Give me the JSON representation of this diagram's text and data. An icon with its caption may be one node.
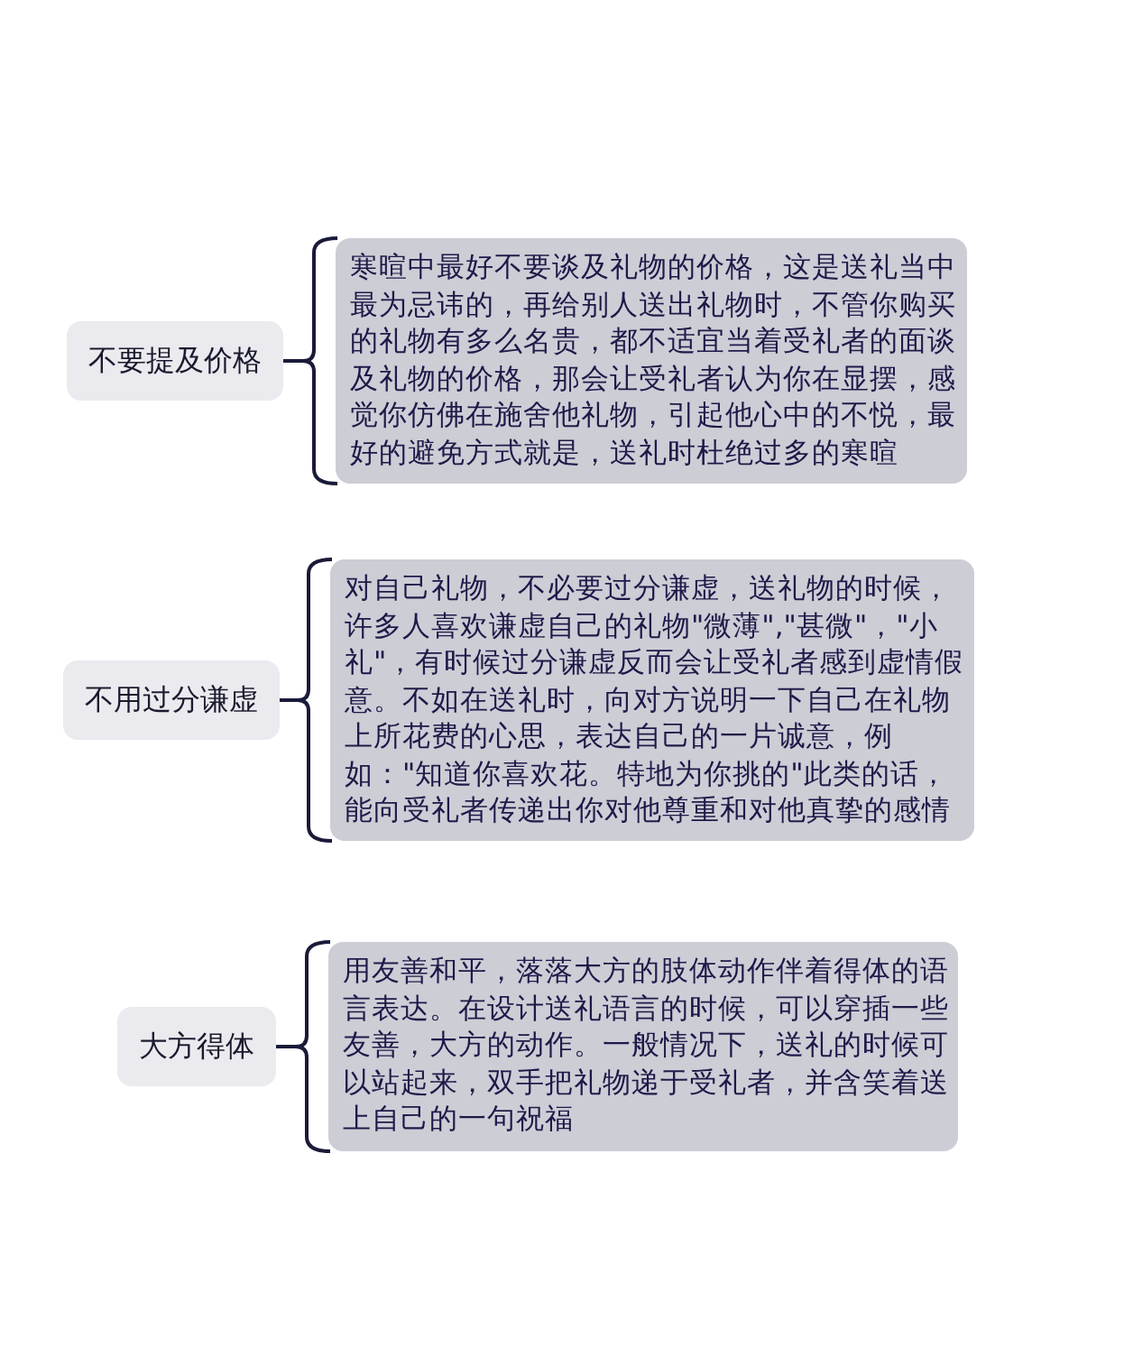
{
  "diagram": {
    "nodes": [
      {
        "text": [
          "不要提及价格"
        ]
      },
      {
        "text": [
          "寒暄中最好不要谈及礼物的价格，这是送礼当中最为忌讳的，再给别人送出礼物时，不管你购买的礼物有多么名贵，都不适宜当着受礼者的面谈及礼物的价格，那会让受礼者认为你在显摆，感觉你仿佛在施舍他礼物，引起他心中的不悦，最好的避免方式就是，送礼时杜绝过多的寒暄"
        ]
      },
      {
        "text": [
          "不用过分谦虚"
        ]
      },
      {
        "text": [
          "对自己礼物，不必要过分谦虚，送礼物的时候，许多人喜欢谦虚自己的礼物\"微薄\",\"甚微\"，\"小礼\"，有时候过分谦虚反而会让受礼者感到虚情假意。不如在送礼时，向对方说明一下自己在礼物上所花费的心思，表达自己的一片诚意，例如：\"知道你喜欢花。特地为你挑的\"此类的话，能向受礼者传递出你对他尊重和对他真挚的感情"
        ]
      },
      {
        "text": [
          "大方得体"
        ]
      },
      {
        "text": [
          "用友善和平，落落大方的肢体动作伴着得体的语言表达。在设计送礼语言的时候，可以穿插一些友善，大方的动作。一般情况下，送礼的时候可以站起来，双手把礼物递于受礼者，并含笑着送上自己的一句祝福"
        ]
      }
    ],
    "edges": [
      {
        "from": 0,
        "to": 1,
        "arrow": "none"
      },
      {
        "from": 2,
        "to": 3,
        "arrow": "none"
      },
      {
        "from": 4,
        "to": 5,
        "arrow": "none"
      }
    ]
  }
}
